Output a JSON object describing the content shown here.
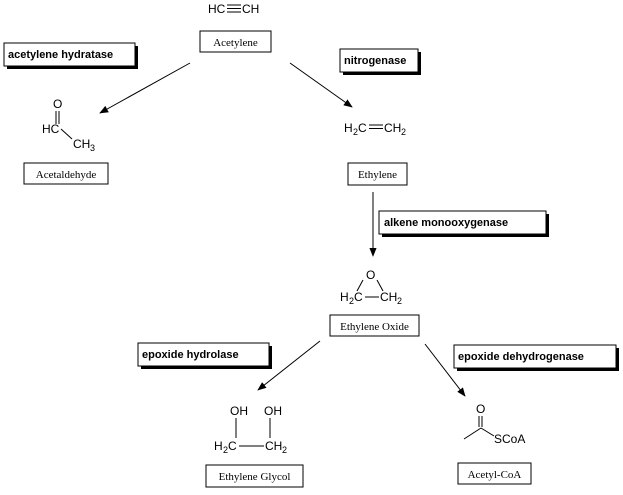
{
  "compounds": {
    "acetylene": {
      "name": "Acetylene",
      "formula_left": "HC",
      "formula_right": "CH"
    },
    "acetaldehyde": {
      "name": "Acetaldehyde",
      "atom_o": "O",
      "atom_hc": "HC",
      "atom_ch": "CH",
      "sub_3": "3"
    },
    "ethylene": {
      "name": "Ethylene",
      "atom_h2c": "H",
      "sub_2a": "2",
      "atom_c_left": "C",
      "atom_ch": "CH",
      "sub_2b": "2"
    },
    "ethylene_oxide": {
      "name": "Ethylene Oxide",
      "atom_o": "O",
      "atom_h": "H",
      "sub_2a": "2",
      "atom_c": "C",
      "atom_ch": "CH",
      "sub_2b": "2"
    },
    "ethylene_glycol": {
      "name": "Ethylene Glycol",
      "oh_left": "OH",
      "oh_right": "OH",
      "atom_h": "H",
      "sub_2a": "2",
      "atom_c": "C",
      "atom_ch": "CH",
      "sub_2b": "2"
    },
    "acetyl_coa": {
      "name": "Acetyl-CoA",
      "atom_o": "O",
      "atom_scoa": "SCoA"
    }
  },
  "enzymes": {
    "acetylene_hydratase": "acetylene hydratase",
    "nitrogenase": "nitrogenase",
    "alkene_monooxygenase": "alkene monooxygenase",
    "epoxide_hydrolase": "epoxide hydrolase",
    "epoxide_dehydrogenase": "epoxide dehydrogenase"
  }
}
